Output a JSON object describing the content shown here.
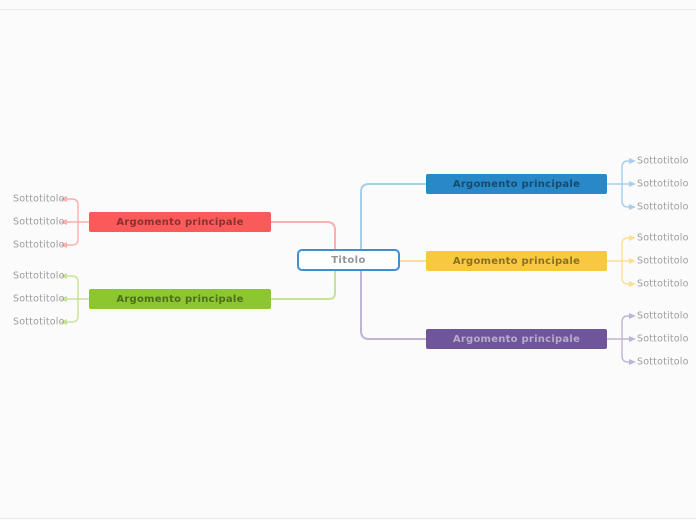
{
  "mindmap": {
    "root": {
      "label": "Titolo",
      "border_color": "#3f8fd2",
      "text_color": "#8f969c"
    },
    "background_color": "#fbfbfb",
    "subtopic_text_color": "#9c9c9c",
    "branches": [
      {
        "label": "Argomento principale",
        "side": "left",
        "position": "top",
        "color": "#fa5a5a",
        "line_color": "#f8b0b0",
        "subtopics": [
          "Sottotitolo",
          "Sottotitolo",
          "Sottotitolo"
        ]
      },
      {
        "label": "Argomento principale",
        "side": "left",
        "position": "bottom",
        "color": "#8cc631",
        "line_color": "#c6e29b",
        "subtopics": [
          "Sottotitolo",
          "Sottotitolo",
          "Sottotitolo"
        ]
      },
      {
        "label": "Argomento principale",
        "side": "right",
        "position": "top",
        "color": "#2988c7",
        "line_color": "#a5cfea",
        "subtopics": [
          "Sottotitolo",
          "Sottotitolo",
          "Sottotitolo"
        ]
      },
      {
        "label": "Argomento principale",
        "side": "right",
        "position": "middle",
        "color": "#f8c93e",
        "line_color": "#fbdf95",
        "subtopics": [
          "Sottotitolo",
          "Sottotitolo",
          "Sottotitolo"
        ]
      },
      {
        "label": "Argomento principale",
        "side": "right",
        "position": "bottom",
        "color": "#6f5599",
        "line_color": "#c0b4d6",
        "subtopics": [
          "Sottotitolo",
          "Sottotitolo",
          "Sottotitolo"
        ]
      }
    ]
  }
}
